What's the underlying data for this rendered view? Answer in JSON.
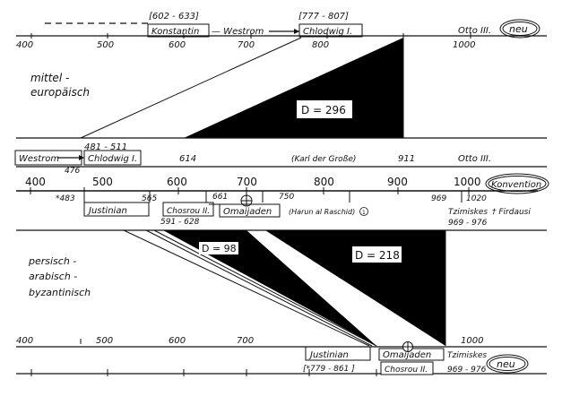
{
  "diagram": {
    "top": {
      "bracket_years_left": "[602 - 633]",
      "bracket_years_right": "[777 - 807]",
      "box_konstantin": "Konstantin",
      "dash_westrom": "— Westrom",
      "box_chlodwig": "Chlodwig I.",
      "otto": "Otto III.",
      "neu": "neu",
      "axis_labels": [
        "400",
        "500",
        "600",
        "700",
        "800",
        "1000"
      ],
      "region_label_line1": "mittel -",
      "region_label_line2": "europäisch",
      "d_label": "D = 296"
    },
    "middle": {
      "westrom": "Westrom",
      "years_481": "481 - 511",
      "box_chlodwig": "Chlodwig I.",
      "year_476": "476",
      "year_614": "614",
      "karl": "(Karl der Große)",
      "year_911": "911",
      "otto": "Otto III.",
      "axis_labels": [
        "400",
        "500",
        "600",
        "700",
        "800",
        "900",
        "1000"
      ],
      "konvention": "Konvention",
      "year_483": "*483",
      "year_565": "565",
      "year_661": "661",
      "year_750": "750",
      "year_969": "969",
      "year_1020": "1020",
      "box_justinian": "Justinian",
      "box_chosrou": "Chosrou II.",
      "box_omaijaden": "Omaijaden",
      "harun": "(Harun al Raschid)",
      "years_591": "591 - 628",
      "tzimiskes": "Tzimiskes",
      "years_969_976": "969 - 976",
      "firdausi": "† Firdausi",
      "circle_num": "1"
    },
    "lower": {
      "d98": "D = 98",
      "d218": "D = 218",
      "region_line1": "persisch -",
      "region_line2": "arabisch -",
      "region_line3": "byzantinisch",
      "axis_labels": [
        "400",
        "500",
        "600",
        "700",
        "1000"
      ],
      "box_justinian": "Justinian",
      "box_omaijaden": "Omaijaden",
      "tzimiskes": "Tzimiskes",
      "years_779": "[*779 - 861 ]",
      "box_chosrou": "Chosrou II.",
      "years_969_976": "969 - 976",
      "neu": "neu"
    }
  }
}
